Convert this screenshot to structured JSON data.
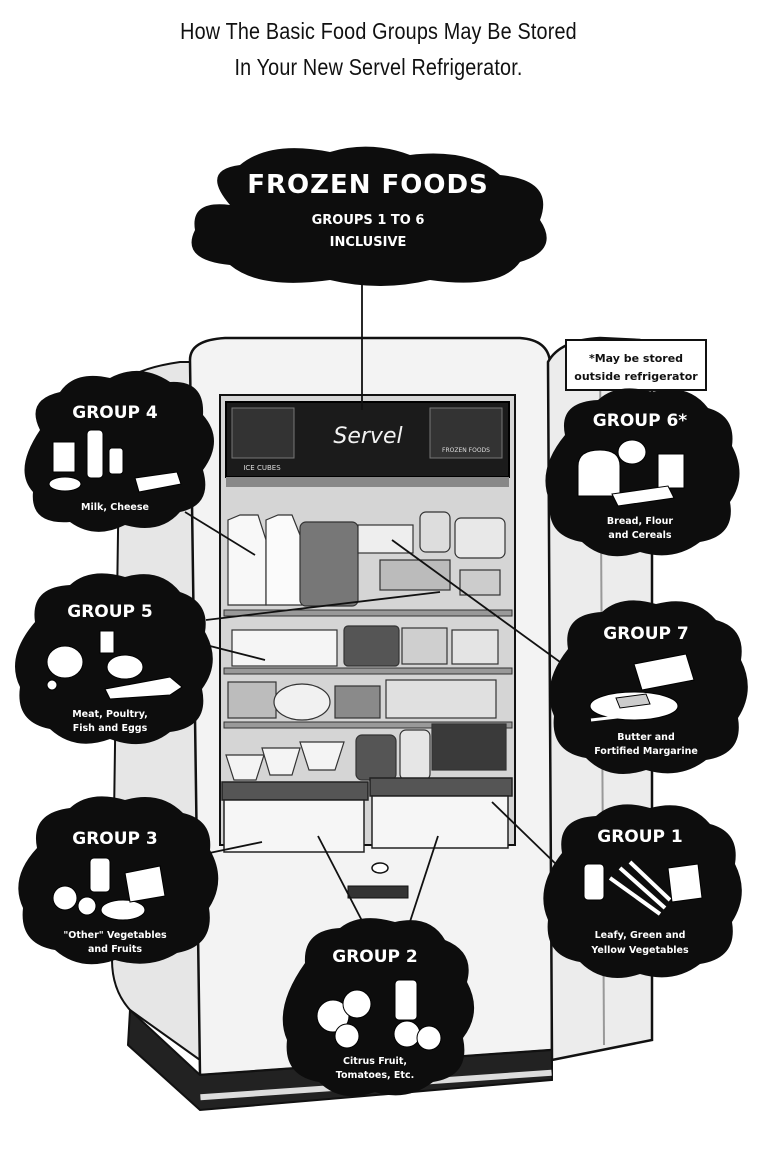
{
  "title": {
    "line1": "How The Basic Food Groups May Be Stored",
    "line2": "In Your New Servel Refrigerator."
  },
  "frozen": {
    "heading": "FROZEN FOODS",
    "sub1": "GROUPS 1 TO 6",
    "sub2": "INCLUSIVE"
  },
  "note": {
    "line1": "*May be stored",
    "line2": "outside refrigerator"
  },
  "fridge": {
    "brand": "Servel",
    "ice_label": "ICE CUBES",
    "frozen_label": "FROZEN FOODS"
  },
  "groups": {
    "g4": {
      "title": "GROUP 4",
      "desc": [
        "Milk, Cheese"
      ]
    },
    "g5": {
      "title": "GROUP 5",
      "desc": [
        "Meat, Poultry,",
        "Fish and Eggs"
      ]
    },
    "g3": {
      "title": "GROUP 3",
      "desc": [
        "\"Other\" Vegetables",
        "and Fruits"
      ]
    },
    "g2": {
      "title": "GROUP 2",
      "desc": [
        "Citrus Fruit,",
        "Tomatoes, Etc."
      ]
    },
    "g6": {
      "title": "GROUP 6*",
      "desc": [
        "Bread, Flour",
        "and Cereals"
      ]
    },
    "g7": {
      "title": "GROUP 7",
      "desc": [
        "Butter and",
        "Fortified Margarine"
      ]
    },
    "g1": {
      "title": "GROUP 1",
      "desc": [
        "Leafy, Green and",
        "Yellow Vegetables"
      ]
    }
  },
  "colors": {
    "ink": "#0d0d0d",
    "paper": "#ffffff",
    "fridge": "#f1f1f1",
    "shade": "#c9c9c9"
  }
}
